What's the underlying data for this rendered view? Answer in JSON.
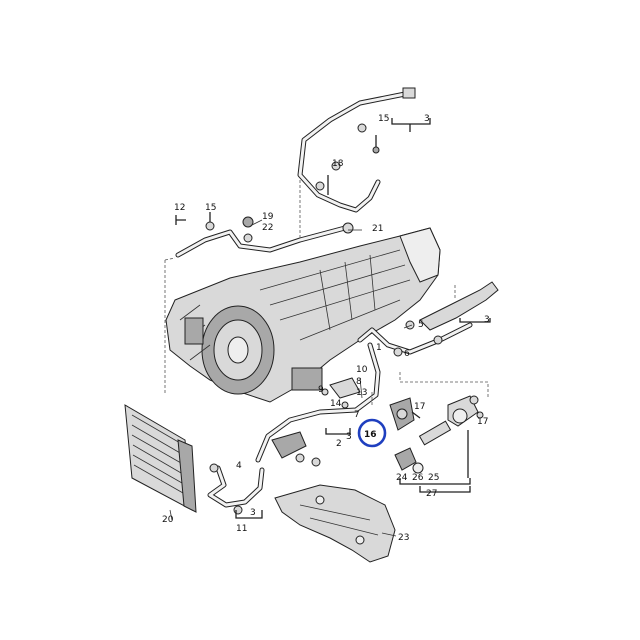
{
  "labels": {
    "l1": "1",
    "l2": "2",
    "l3a": "3",
    "l3b": "3",
    "l3c": "3",
    "l3d": "3",
    "l4": "4",
    "l5": "5",
    "l6": "6",
    "l7": "7",
    "l8": "8",
    "l9": "9",
    "l10": "10",
    "l11": "11",
    "l12": "12",
    "l13": "13",
    "l14": "14",
    "l15a": "15",
    "l15b": "15",
    "l16": "16",
    "l17a": "17",
    "l17b": "17",
    "l18": "18",
    "l19": "19",
    "l20": "20",
    "l21": "21",
    "l22": "22",
    "l23": "23",
    "l24": "24",
    "l25": "25",
    "l26": "26",
    "l27": "27"
  },
  "highlighted_part": "16",
  "colors": {
    "highlight": "#1f3fbf",
    "line": "#222222",
    "metal": "#d9d9d9"
  }
}
